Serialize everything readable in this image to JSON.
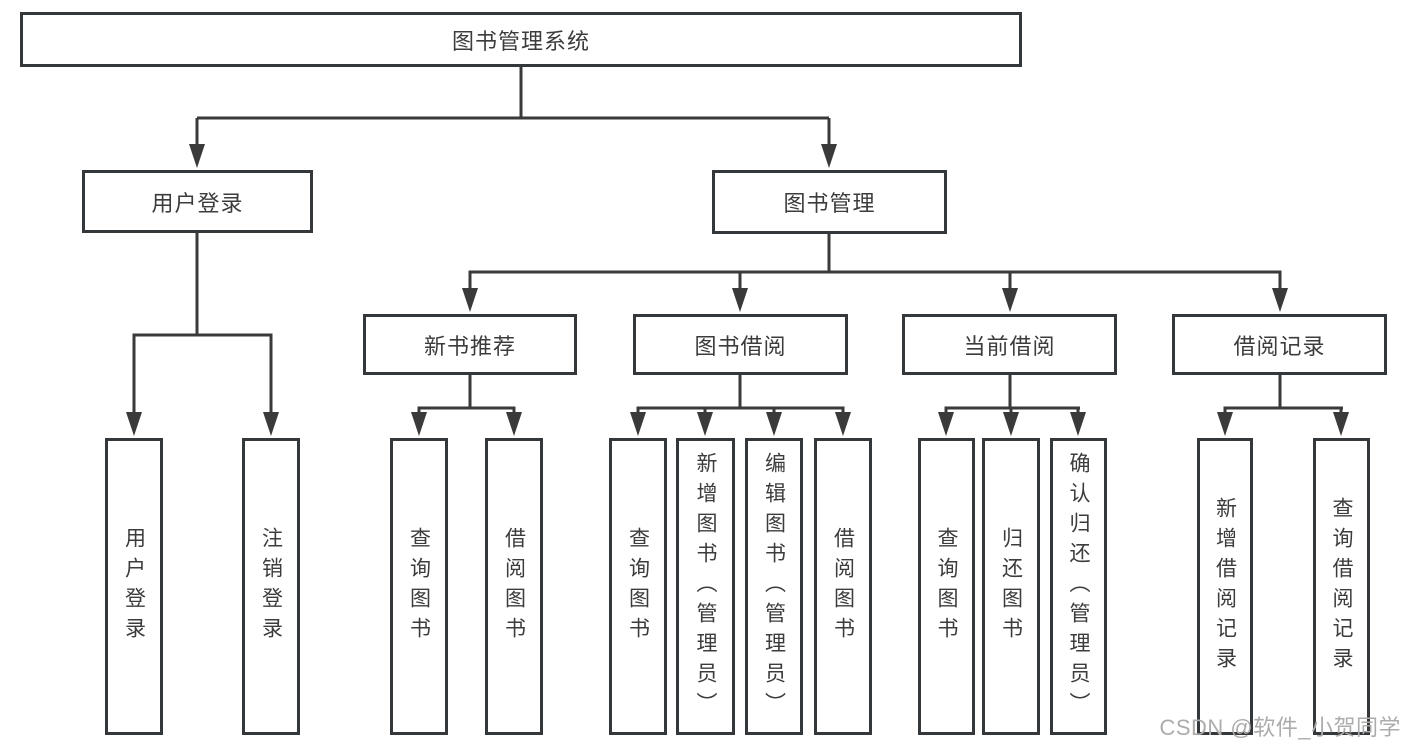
{
  "tree": {
    "root": {
      "label": "图书管理系统",
      "children": [
        {
          "label": "用户登录",
          "children": [
            {
              "label": "用户登录"
            },
            {
              "label": "注销登录"
            }
          ]
        },
        {
          "label": "图书管理",
          "children": [
            {
              "label": "新书推荐",
              "children": [
                {
                  "label": "查询图书"
                },
                {
                  "label": "借阅图书"
                }
              ]
            },
            {
              "label": "图书借阅",
              "children": [
                {
                  "label": "查询图书"
                },
                {
                  "label": "新增图书（管理员）"
                },
                {
                  "label": "编辑图书（管理员）"
                },
                {
                  "label": "借阅图书"
                }
              ]
            },
            {
              "label": "当前借阅",
              "children": [
                {
                  "label": "查询图书"
                },
                {
                  "label": "归还图书"
                },
                {
                  "label": "确认归还（管理员）"
                }
              ]
            },
            {
              "label": "借阅记录",
              "children": [
                {
                  "label": "新增借阅记录"
                },
                {
                  "label": "查询借阅记录"
                }
              ]
            }
          ]
        }
      ]
    }
  },
  "watermark": {
    "text": "CSDN @软件_小贺同学"
  },
  "colors": {
    "line": "#3a3a3a",
    "border": "#35383b",
    "text": "#3c3c3c",
    "background": "#ffffff",
    "watermark": "#acacac"
  }
}
